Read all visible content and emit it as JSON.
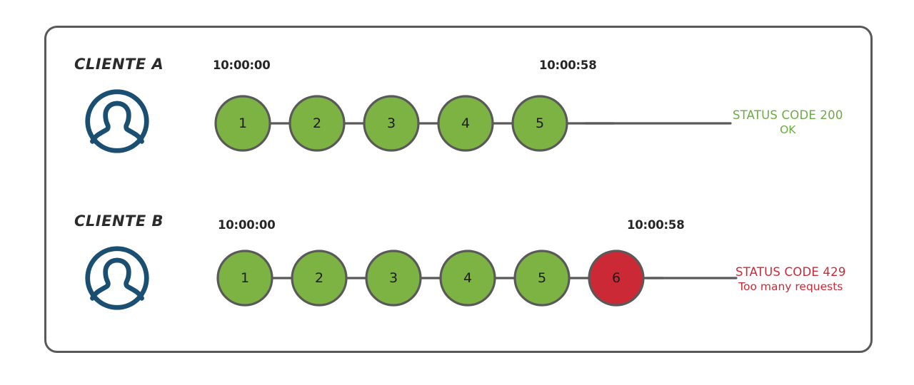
{
  "diagram": {
    "title_hidden": "",
    "colors": {
      "node_ok": "#7cb342",
      "node_blocked": "#cc2936",
      "node_stroke": "#595959",
      "connector": "#595959",
      "frame": "#595959",
      "avatar": "#1b4f72",
      "status_ok_text": "#6aab45",
      "status_error_text": "#cc2936",
      "timestamp_text": "#262626",
      "label_text": "#2b2b2b",
      "background": "#ffffff"
    },
    "rows": [
      {
        "client_label": "CLIENTE A",
        "avatar_icon": "user-avatar-icon",
        "start_time": "10:00:00",
        "end_time": "10:00:58",
        "nodes": [
          {
            "number": "1",
            "state": "ok"
          },
          {
            "number": "2",
            "state": "ok"
          },
          {
            "number": "3",
            "state": "ok"
          },
          {
            "number": "4",
            "state": "ok"
          },
          {
            "number": "5",
            "state": "ok"
          }
        ],
        "status": {
          "line1": "STATUS CODE 200",
          "line2": "OK",
          "kind": "ok"
        }
      },
      {
        "client_label": "CLIENTE B",
        "avatar_icon": "user-avatar-icon",
        "start_time": "10:00:00",
        "end_time": "10:00:58",
        "nodes": [
          {
            "number": "1",
            "state": "ok"
          },
          {
            "number": "2",
            "state": "ok"
          },
          {
            "number": "3",
            "state": "ok"
          },
          {
            "number": "4",
            "state": "ok"
          },
          {
            "number": "5",
            "state": "ok"
          },
          {
            "number": "6",
            "state": "blocked"
          }
        ],
        "status": {
          "line1": "STATUS CODE 429",
          "line2": "Too many requests",
          "kind": "error"
        }
      }
    ]
  }
}
